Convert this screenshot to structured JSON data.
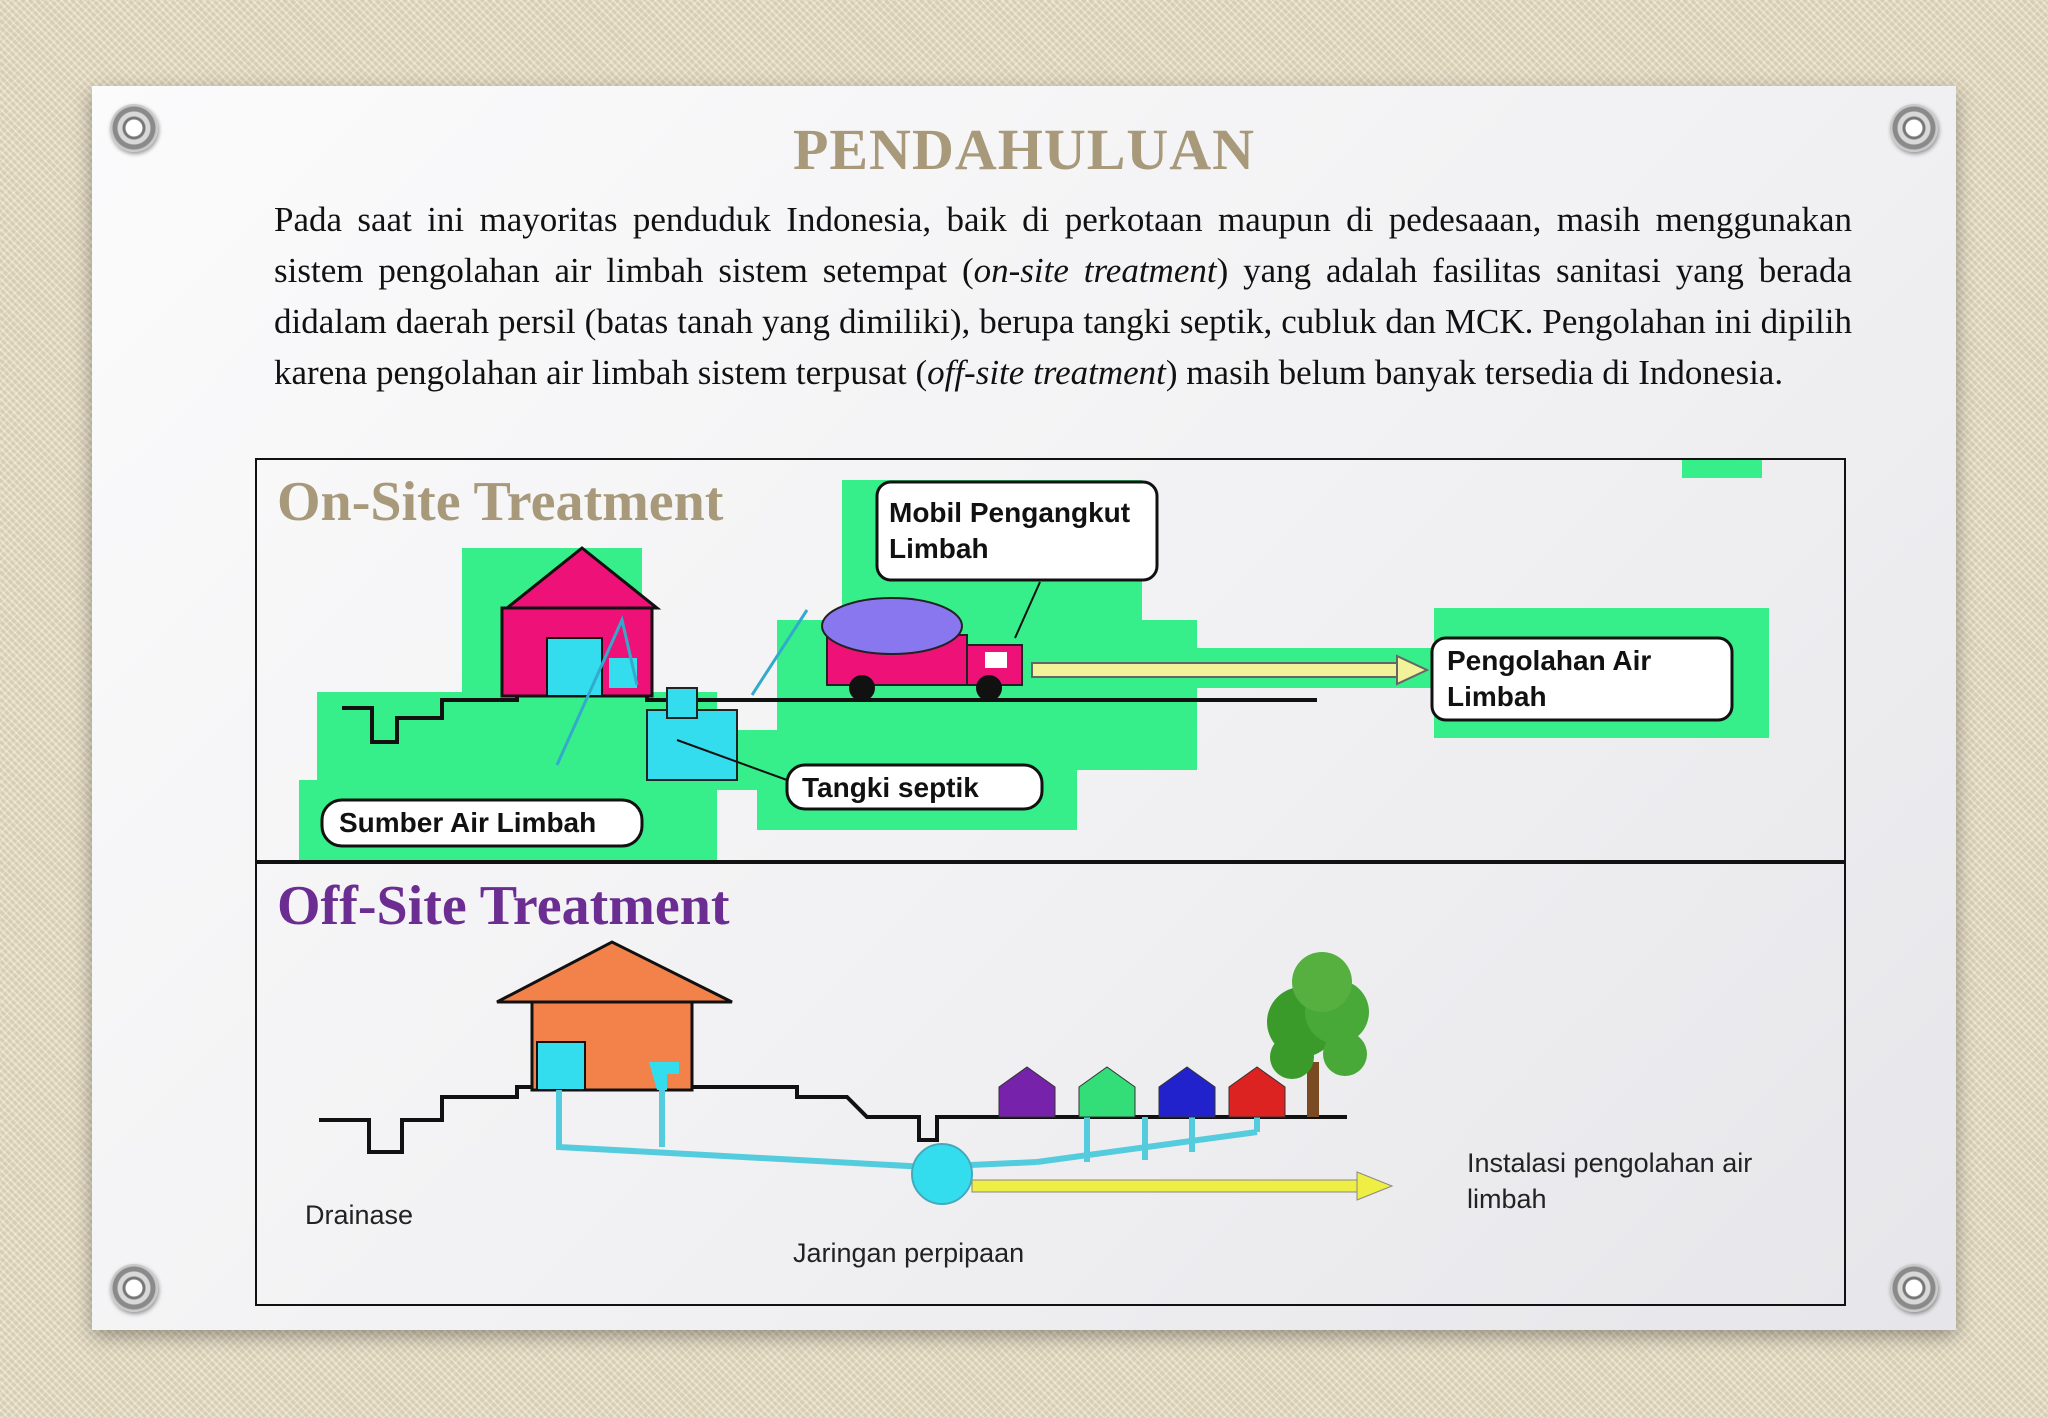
{
  "slide": {
    "title": "PENDAHULUAN",
    "paragraph": {
      "p1": "Pada saat ini mayoritas penduduk Indonesia, baik di perkotaan maupun di pedesaaan, masih menggunakan sistem pengolahan air limbah sistem setempat (",
      "em1": "on-site treatment",
      "p2": ") yang adalah fasilitas sanitasi yang berada didalam daerah persil (batas tanah yang dimiliki), berupa tangki septik, cubluk dan MCK. Pengolahan ini dipilih karena pengolahan air limbah sistem terpusat (",
      "em2": "off-site treatment",
      "p3": ") masih belum banyak tersedia di Indonesia."
    }
  },
  "onsite": {
    "title": "On-Site Treatment",
    "title_color": "#a8997a",
    "labels": {
      "truck": [
        "Mobil Pengangkut",
        "Limbah"
      ],
      "treatment": [
        "Pengolahan Air",
        "Limbah"
      ],
      "septic": "Tangki septik",
      "source": "Sumber Air Limbah"
    },
    "colors": {
      "highlight": "#36ee8a",
      "house": "#ee1177",
      "water": "#33ddee",
      "tank": "#8877ee",
      "arrow": "#f2f29a"
    }
  },
  "offsite": {
    "title": "Off-Site Treatment",
    "title_color": "#6b2d91",
    "labels": {
      "drainage": "Drainase",
      "network": "Jaringan perpipaan",
      "plant": [
        "Instalasi pengolahan air",
        "limbah"
      ]
    },
    "colors": {
      "house": "#f2824a",
      "pipe": "#55ccdd",
      "arrow": "#eeee44",
      "houses": [
        "#7722aa",
        "#33dd77",
        "#2222cc",
        "#dd2222"
      ]
    }
  }
}
